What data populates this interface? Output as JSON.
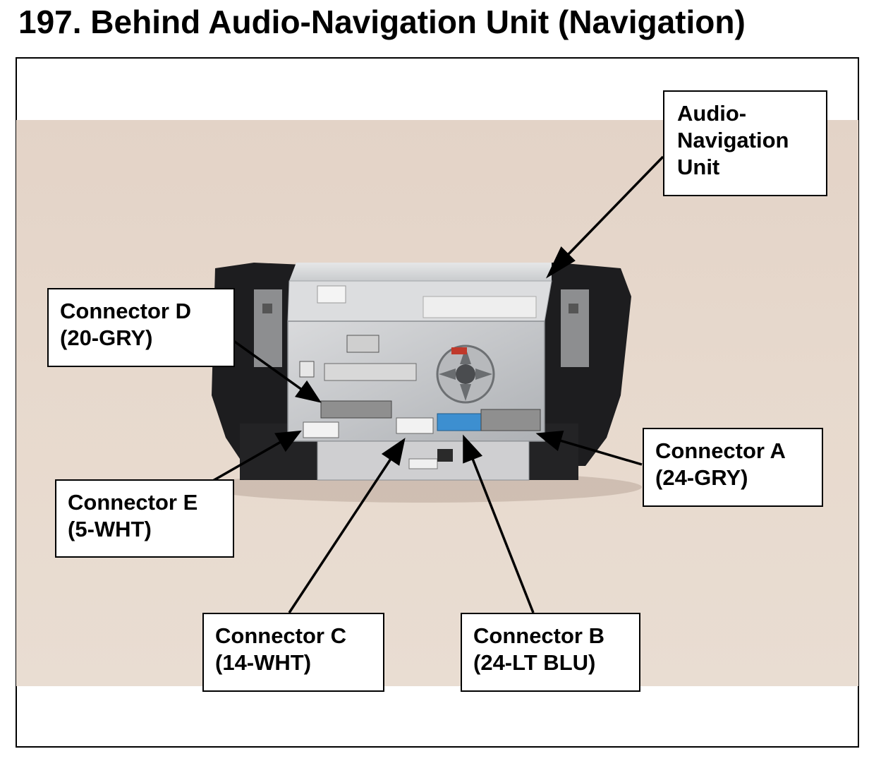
{
  "title": "197.  Behind Audio-Navigation Unit (Navigation)",
  "callouts": {
    "unit": {
      "line1": "Audio-",
      "line2": "Navigation",
      "line3": "Unit"
    },
    "connector_d": {
      "line1": "Connector D",
      "line2": "(20-GRY)"
    },
    "connector_e": {
      "line1": "Connector E",
      "line2": "(5-WHT)"
    },
    "connector_a": {
      "line1": "Connector A",
      "line2": "(24-GRY)"
    },
    "connector_c": {
      "line1": "Connector C",
      "line2": "(14-WHT)"
    },
    "connector_b": {
      "line1": "Connector B",
      "line2": "(24-LT BLU)"
    }
  },
  "colors": {
    "background": "#e5d6ca",
    "connector_b": "#3d8fd0",
    "connector_gray": "#8f8f8f",
    "connector_white": "#f2f2f2"
  }
}
